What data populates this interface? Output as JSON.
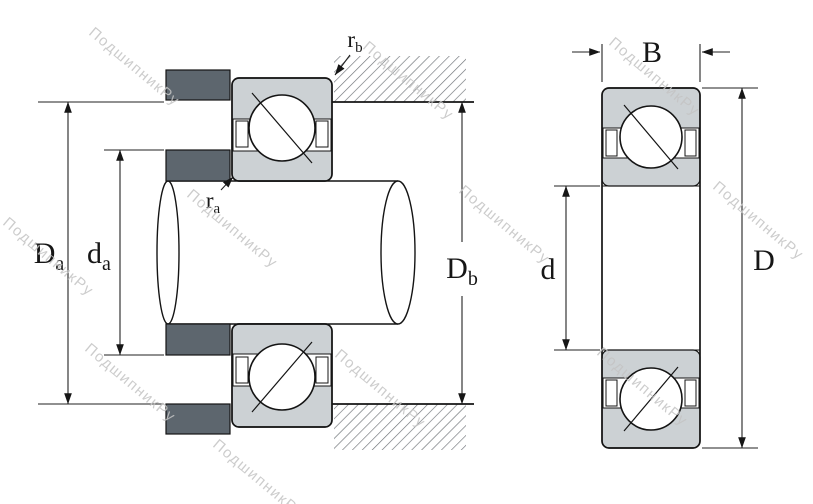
{
  "watermark": {
    "text": "ПодшипникРу"
  },
  "dimensions": {
    "Da": {
      "base": "D",
      "sub": "a"
    },
    "da": {
      "base": "d",
      "sub": "a"
    },
    "Db": {
      "base": "D",
      "sub": "b"
    },
    "rb": {
      "base": "r",
      "sub": "b"
    },
    "ra": {
      "base": "r",
      "sub": "a"
    },
    "B": {
      "base": "B"
    },
    "d": {
      "base": "d"
    },
    "D": {
      "base": "D"
    }
  },
  "colors": {
    "ring-fill": "#ccd1d4",
    "block-fill": "#5d666e",
    "hatch-line": "#6d7276",
    "outline": "#141414",
    "dim-line": "#222222",
    "watermark": "#c4c4c4",
    "background": "#ffffff"
  }
}
